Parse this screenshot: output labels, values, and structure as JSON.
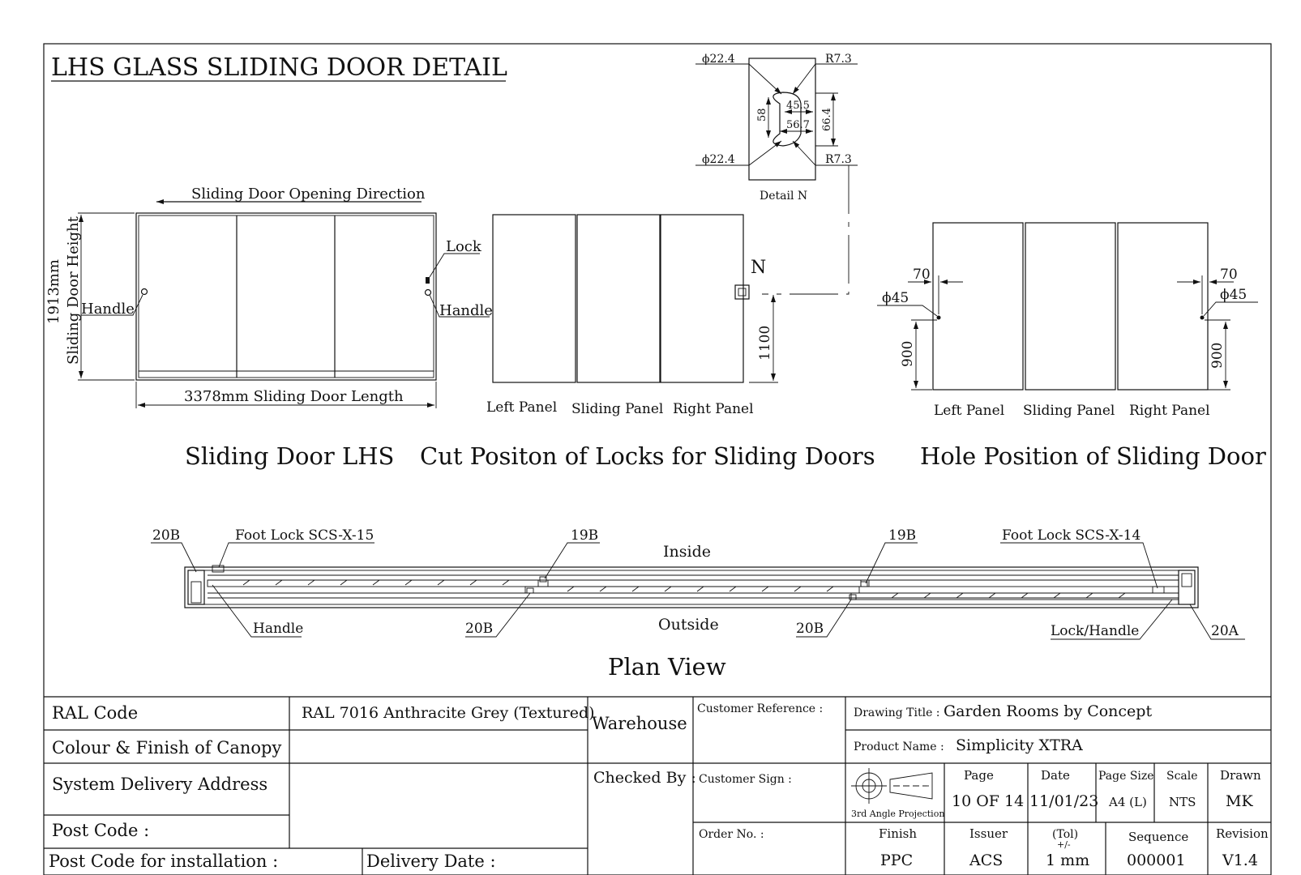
{
  "title": "LHS GLASS SLIDING DOOR DETAIL",
  "detail_n": {
    "label": "Detail N",
    "dia_top": "ϕ22.4",
    "dia_bottom": "ϕ22.4",
    "radius_top": "R7.3",
    "radius_bottom": "R7.3",
    "dim_58": "58",
    "dim_45_5": "45.5",
    "dim_56_7": "56.7",
    "dim_66_4": "66.4"
  },
  "elevation": {
    "opening_direction": "Sliding Door Opening Direction",
    "height_value": "1913mm",
    "height_label": "Sliding Door Height",
    "length_label": "3378mm Sliding Door Length",
    "handle_left": "Handle",
    "handle_right": "Handle",
    "lock": "Lock",
    "caption": "Sliding Door LHS"
  },
  "cut_position": {
    "marker": "N",
    "dim_1100": "1100",
    "left_panel": "Left Panel",
    "sliding_panel": "Sliding Panel",
    "right_panel": "Right Panel",
    "caption": "Cut Positon of Locks for Sliding Doors"
  },
  "hole_position": {
    "dim_70_left": "70",
    "dim_70_right": "70",
    "dia_left": "ϕ45",
    "dia_right": "ϕ45",
    "dim_900_left": "900",
    "dim_900_right": "900",
    "left_panel": "Left Panel",
    "sliding_panel": "Sliding Panel",
    "right_panel": "Right Panel",
    "caption": "Hole Position of Sliding Door"
  },
  "plan_view": {
    "caption": "Plan View",
    "inside": "Inside",
    "outside": "Outside",
    "callout_20b_1": "20B",
    "foot_lock_15": "Foot Lock SCS-X-15",
    "callout_19b_1": "19B",
    "callout_19b_2": "19B",
    "foot_lock_14": "Foot Lock SCS-X-14",
    "handle": "Handle",
    "callout_20b_2": "20B",
    "callout_20b_3": "20B",
    "lock_handle": "Lock/Handle",
    "callout_20a": "20A"
  },
  "title_block": {
    "ral_code_label": "RAL Code",
    "ral_code_value": "RAL 7016 Anthracite Grey (Textured)",
    "colour_finish_label": "Colour & Finish of Canopy",
    "delivery_address_label": "System Delivery Address",
    "post_code_label": "Post Code :",
    "post_code_install_label": "Post Code for installation :",
    "delivery_date_label": "Delivery Date :",
    "warehouse": "Warehouse",
    "checked_by": "Checked By :",
    "customer_reference": "Customer Reference :",
    "customer_sign": "Customer Sign :",
    "order_no": "Order No. :",
    "drawing_title_label": "Drawing Title :",
    "drawing_title_value": "Garden Rooms by Concept",
    "product_name_label": "Product Name :",
    "product_name_value": "Simplicity XTRA",
    "projection": "3rd Angle Projection",
    "page_label": "Page",
    "page_value": "10 OF 14",
    "date_label": "Date",
    "date_value": "11/01/23",
    "page_size_label": "Page Size",
    "page_size_value": "A4 (L)",
    "scale_label": "Scale",
    "scale_value": "NTS",
    "drawn_label": "Drawn",
    "drawn_value": "MK",
    "finish_label": "Finish",
    "finish_value": "PPC",
    "issuer_label": "Issuer",
    "issuer_value": "ACS",
    "tol_label": "(Tol)",
    "tol_pm": "+/-",
    "tol_value": "1 mm",
    "sequence_label": "Sequence",
    "sequence_value": "000001",
    "revision_label": "Revision",
    "revision_value": "V1.4"
  }
}
